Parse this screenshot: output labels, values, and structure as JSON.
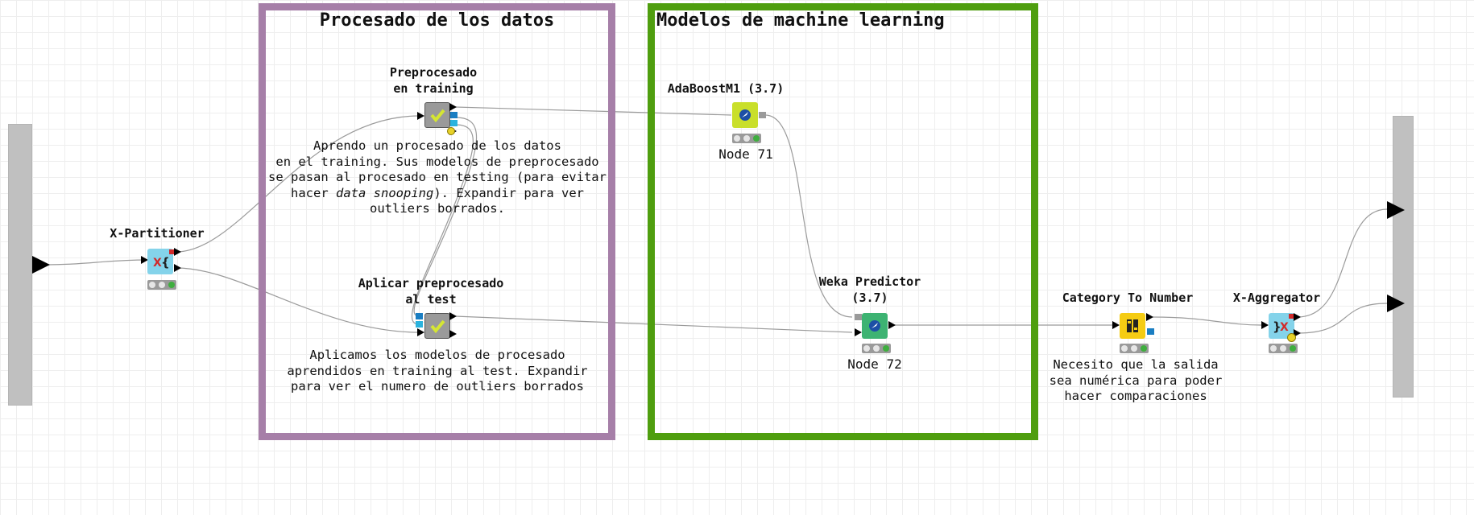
{
  "annotations": [
    {
      "title": "Procesado de los datos",
      "border_color": "#a67fa8"
    },
    {
      "title": "Modelos de machine learning",
      "border_color": "#4f9e0f"
    }
  ],
  "nodes": {
    "x_partitioner": {
      "label": "X-Partitioner",
      "icon": "partitioner-icon",
      "color": "#84d3ea"
    },
    "preprocess_training": {
      "label_line1": "Preprocesado",
      "label_line2": "en training",
      "icon": "metanode-check-icon",
      "color": "#9a9a9a"
    },
    "apply_preprocess": {
      "label_line1": "Aplicar preprocesado",
      "label_line2": "al test",
      "icon": "metanode-check-icon",
      "color": "#9a9a9a"
    },
    "adaboost": {
      "label": "AdaBoostM1 (3.7)",
      "sub": "Node 71",
      "icon": "weka-learner-icon",
      "color": "#c9df2a"
    },
    "weka_predictor": {
      "label_line1": "Weka Predictor",
      "label_line2": "(3.7)",
      "sub": "Node 72",
      "icon": "weka-predictor-icon",
      "color": "#3db372"
    },
    "category_to_number": {
      "label": "Category To Number",
      "icon": "category-number-icon",
      "color": "#f5cc13"
    },
    "x_aggregator": {
      "label": "X-Aggregator",
      "icon": "aggregator-icon",
      "color": "#84d3ea"
    }
  },
  "notes": {
    "training": {
      "line1": "Aprendo un procesado de los datos",
      "line2": "en el training. Sus modelos de preprocesado",
      "line3": "se pasan al procesado en testing (para evitar",
      "line4_pre": "hacer ",
      "line4_em": "data snooping",
      "line4_post": "). Expandir para ver",
      "line5": "outliers borrados."
    },
    "test": {
      "line1": "Aplicamos los modelos de procesado",
      "line2": "aprendidos en training al test. Expandir",
      "line3": "para ver el numero de outliers borrados"
    },
    "category": {
      "line1": "Necesito que la salida",
      "line2": "sea numérica para poder",
      "line3": "hacer comparaciones"
    }
  }
}
